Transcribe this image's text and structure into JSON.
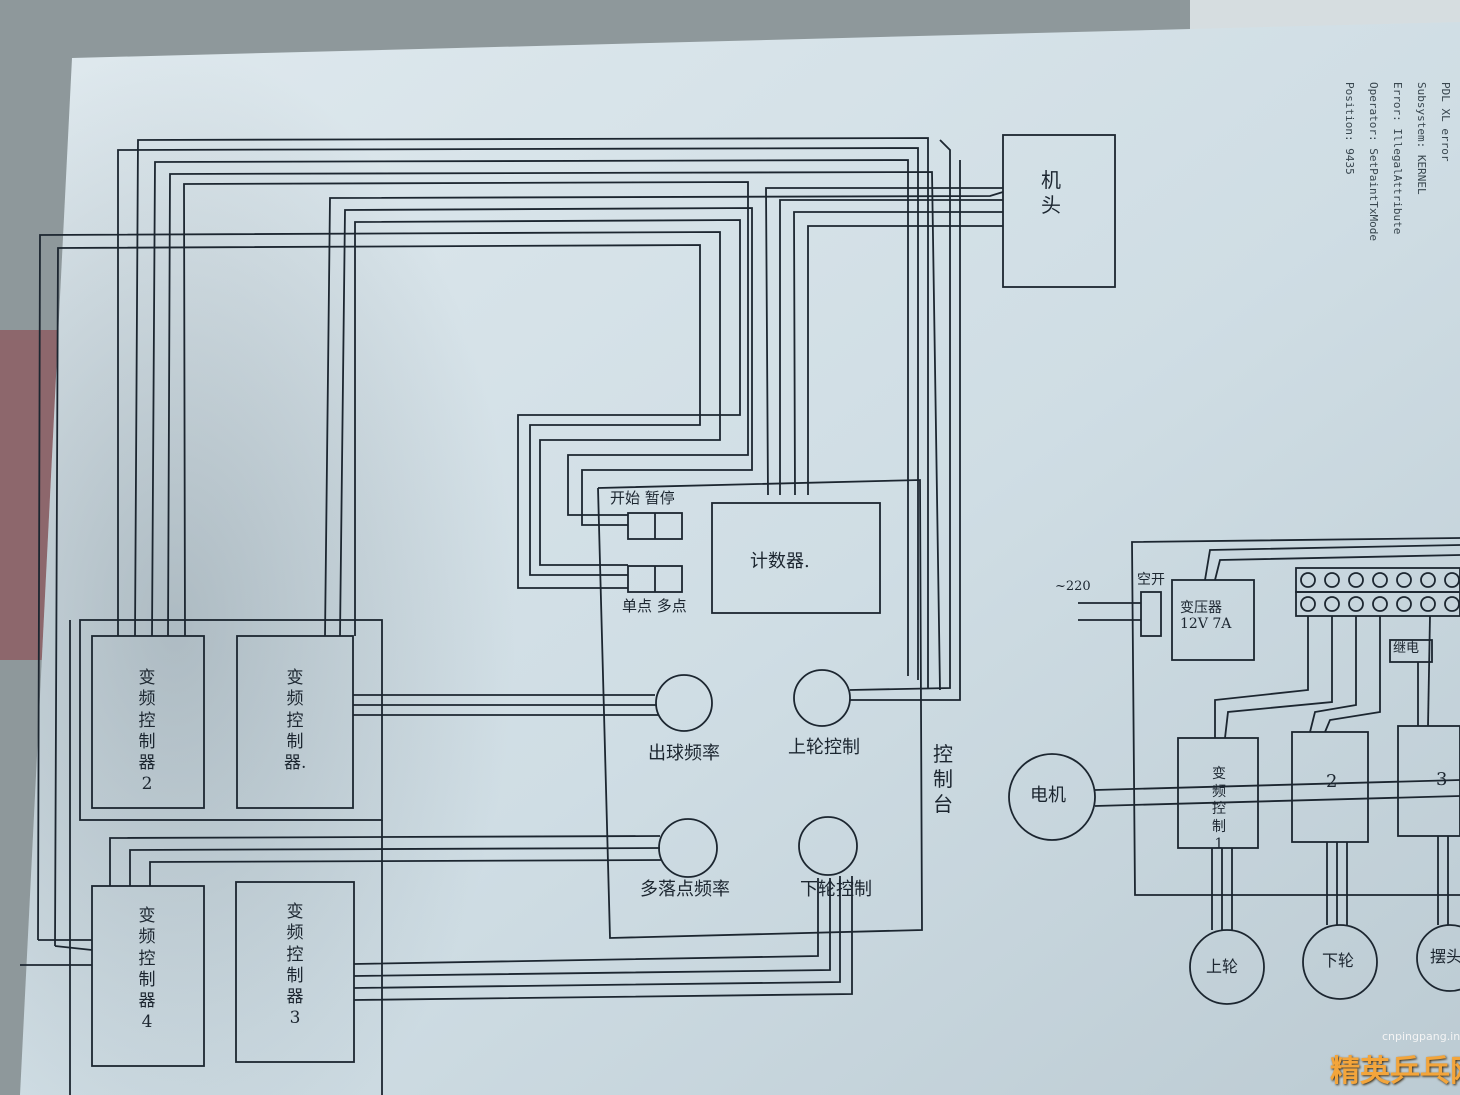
{
  "top_right_box": {
    "label": "机头"
  },
  "main_panel": {
    "label": "控制台",
    "switches": {
      "top_label": "开始 暂停",
      "bottom_label": "单点 多点"
    },
    "counter": {
      "label": "计数器."
    },
    "knobs": [
      {
        "label": "出球频率"
      },
      {
        "label": "上轮控制"
      },
      {
        "label": "多落点频率"
      },
      {
        "label": "下轮控制"
      }
    ]
  },
  "controllers": [
    {
      "label": "变频控制器 2"
    },
    {
      "label": "变频控制器."
    },
    {
      "label": "变频控制器 4"
    },
    {
      "label": "变频控制器 3"
    }
  ],
  "right_diagram": {
    "power_in": "~220",
    "switch_label": "空开",
    "transformer": "变压器 12V 7A",
    "relay_label": "继电",
    "motor_label": "电机",
    "inverters": [
      {
        "label": "变频控制 1"
      },
      {
        "label": "2"
      },
      {
        "label": "3"
      }
    ],
    "outputs": [
      {
        "label": "上轮"
      },
      {
        "label": "下轮"
      },
      {
        "label": "摆头"
      }
    ]
  },
  "printed_text": [
    "PDL XL error",
    "Subsystem: KERNEL",
    "Error: IllegalAttribute",
    "Operator: SetPaintTxMode",
    "Position: 9435"
  ],
  "watermark": {
    "site": "cnpingpang.info",
    "brand": "精英乒乓网"
  }
}
